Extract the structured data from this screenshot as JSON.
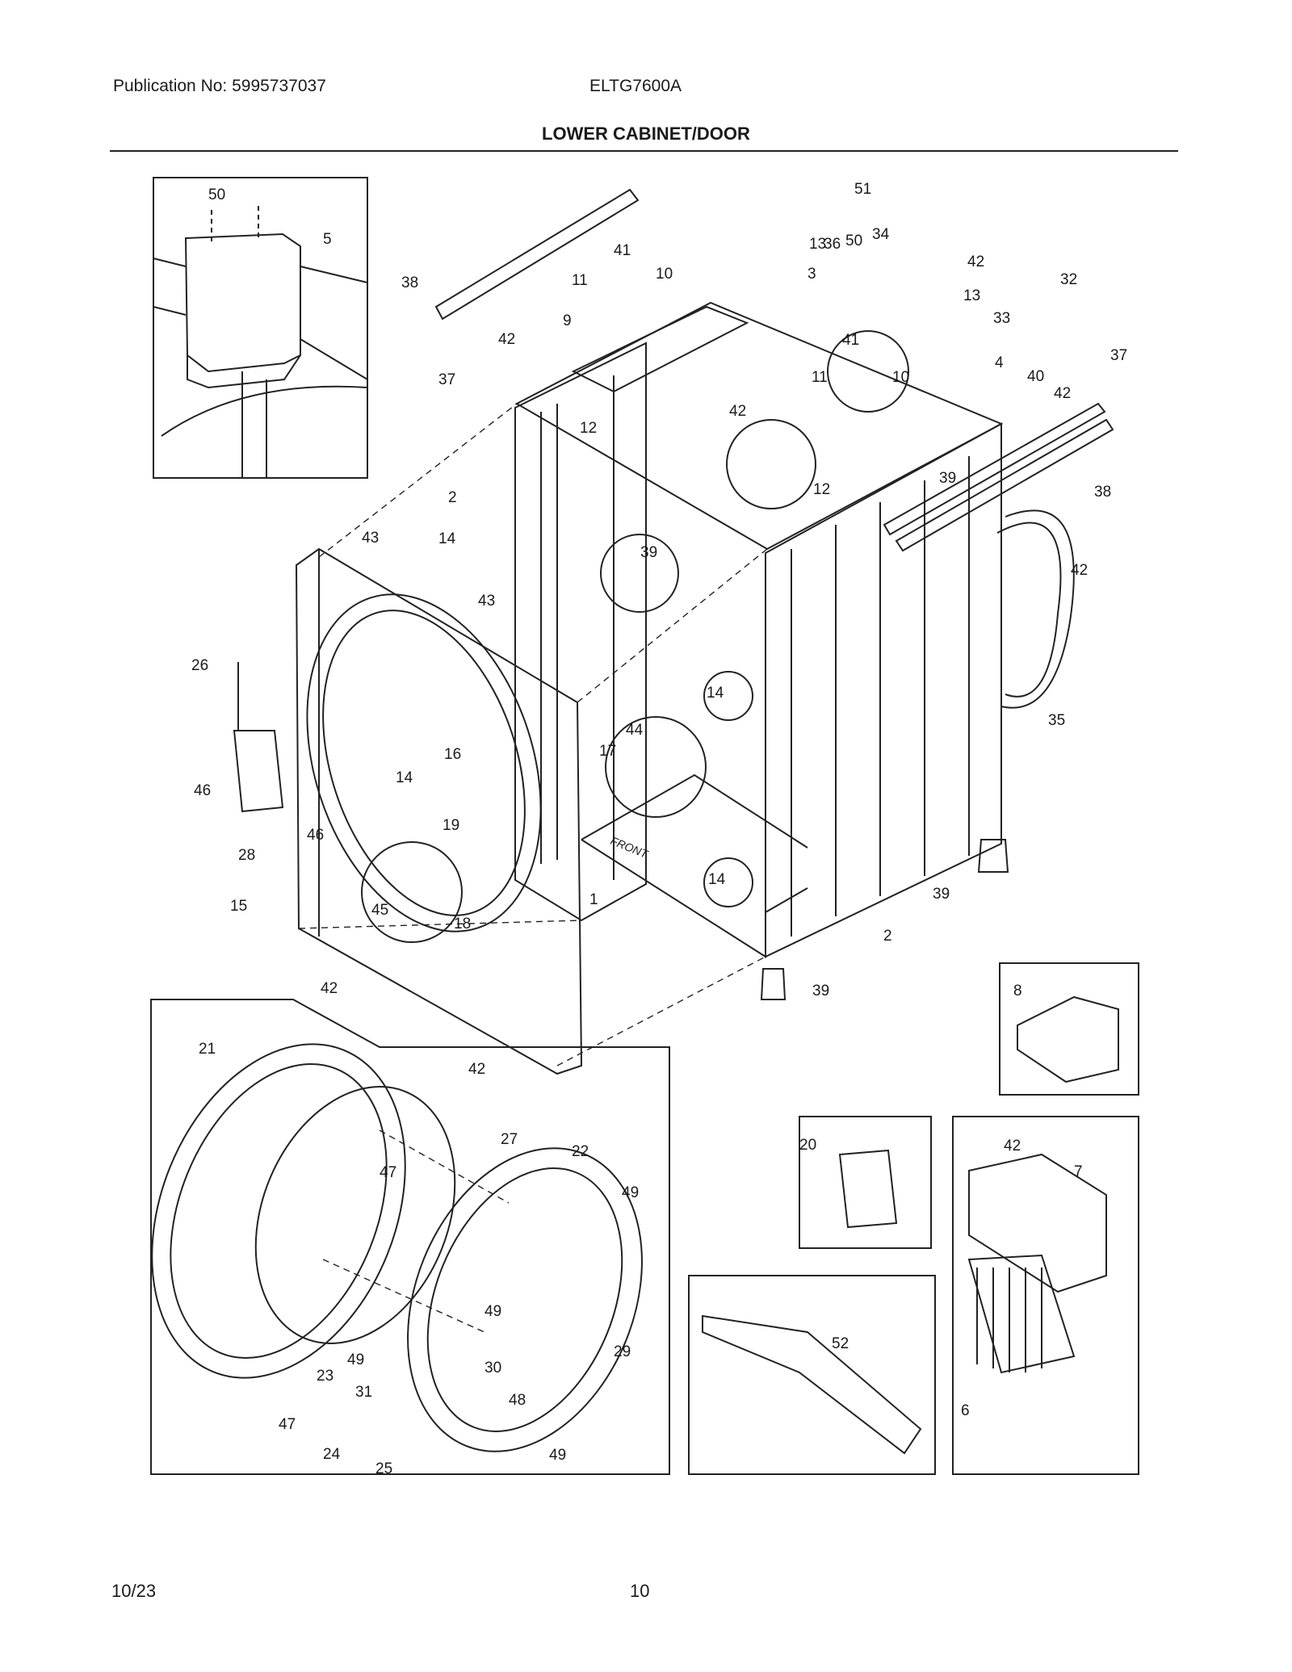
{
  "header": {
    "publication": "Publication No: 5995737037",
    "model": "ELTG7600A"
  },
  "title": "LOWER CABINET/DOOR",
  "footer": {
    "date": "10/23",
    "page": "10"
  },
  "callouts": [
    "50",
    "5",
    "38",
    "37",
    "42",
    "41",
    "11",
    "10",
    "13",
    "9",
    "12",
    "51",
    "50",
    "34",
    "36",
    "3",
    "42",
    "13",
    "33",
    "32",
    "41",
    "11",
    "10",
    "42",
    "12",
    "4",
    "40",
    "42",
    "37",
    "38",
    "2",
    "14",
    "43",
    "43",
    "39",
    "26",
    "46",
    "28",
    "46",
    "16",
    "14",
    "19",
    "15",
    "45",
    "18",
    "14",
    "44",
    "17",
    "1",
    "14",
    "2",
    "39",
    "42",
    "35",
    "39",
    "39",
    "42",
    "42",
    "8",
    "21",
    "27",
    "22",
    "47",
    "49",
    "49",
    "29",
    "49",
    "23",
    "31",
    "30",
    "48",
    "47",
    "24",
    "25",
    "49",
    "20",
    "42",
    "7",
    "6",
    "52"
  ],
  "front_label": "FRONT"
}
